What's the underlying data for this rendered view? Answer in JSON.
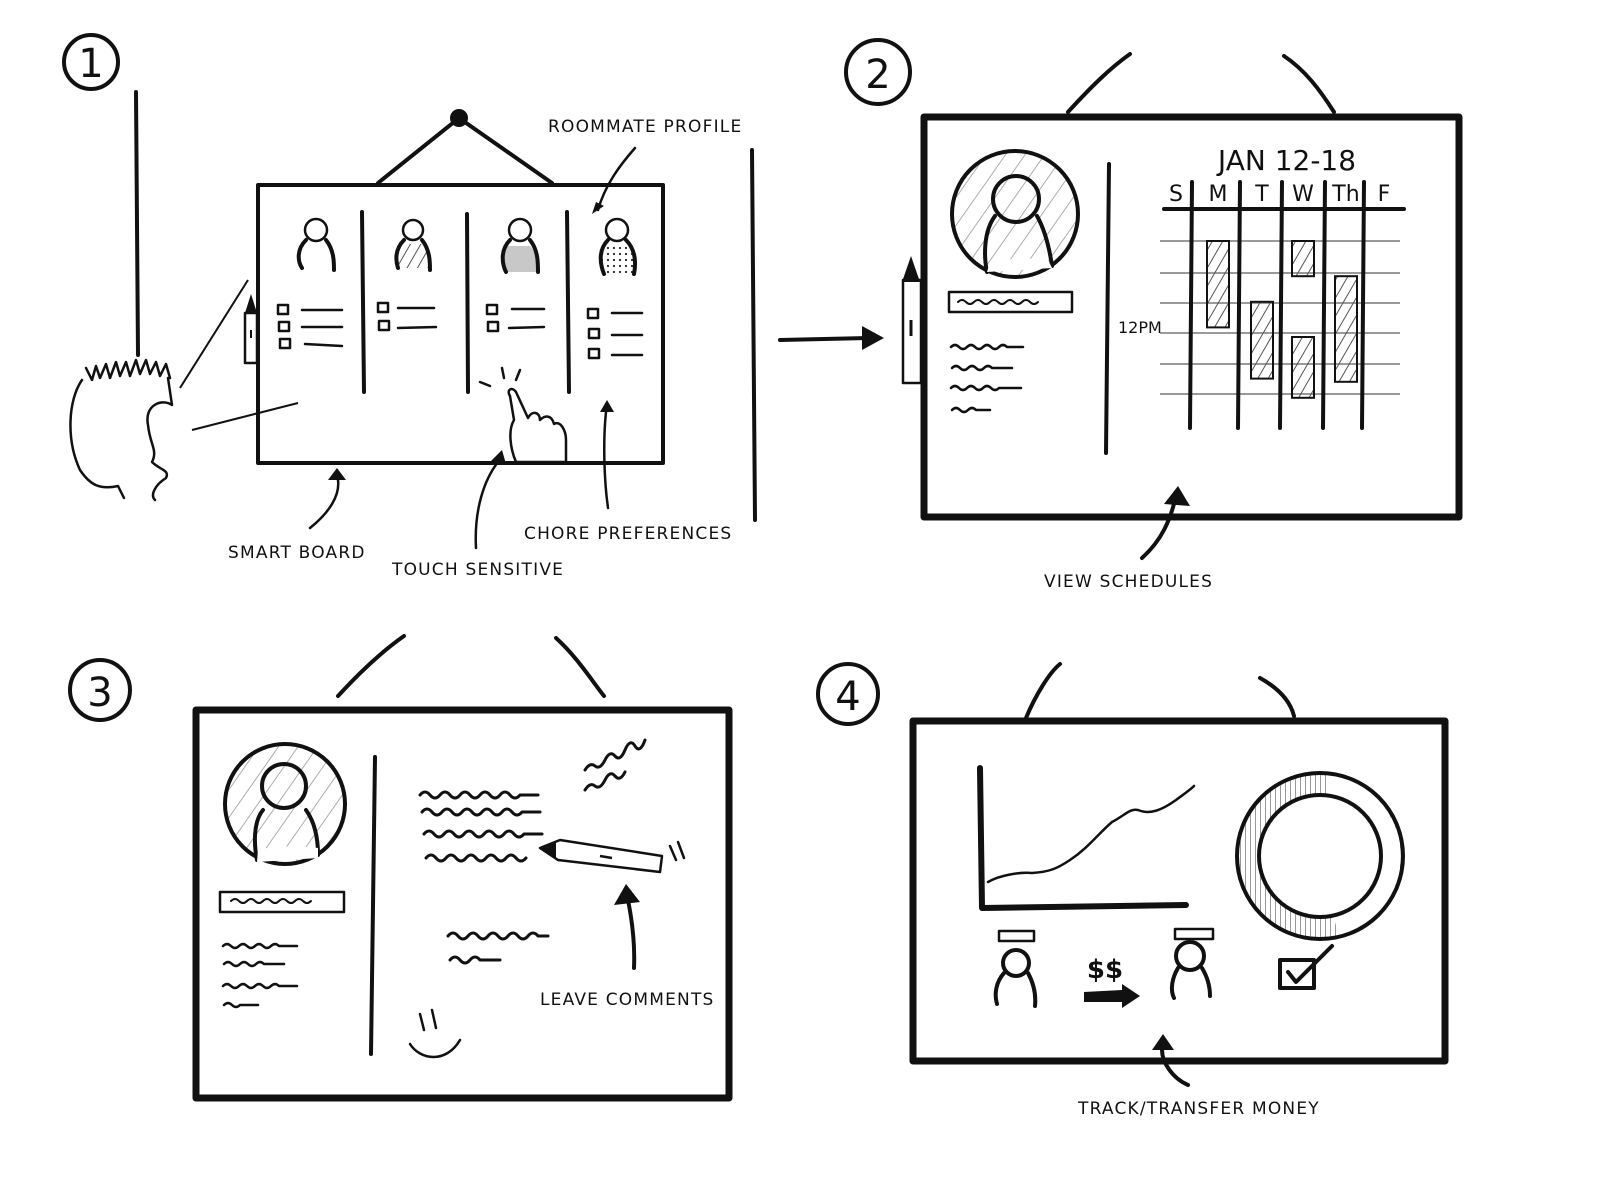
{
  "panels": [
    {
      "number": "1",
      "annotations": {
        "roommate_profile": "ROOMMATE PROFILE",
        "smart_board": "SMART BOARD",
        "touch_sensitive": "TOUCH SENSITIVE",
        "chore_preferences": "CHORE PREFERENCES"
      },
      "roommates": [
        {
          "fill": "none",
          "chores": 3
        },
        {
          "fill": "hatched",
          "chores": 2
        },
        {
          "fill": "gray",
          "chores": 2
        },
        {
          "fill": "dotted",
          "chores": 3
        }
      ]
    },
    {
      "number": "2",
      "calendar": {
        "title": "JAN 12-18",
        "days": [
          "S",
          "M",
          "T",
          "W",
          "Th",
          "F"
        ],
        "time_label": "12PM",
        "events": [
          {
            "day": "M",
            "start_row": 0,
            "end_row": 2.7
          },
          {
            "day": "T",
            "start_row": 1.9,
            "end_row": 4.3
          },
          {
            "day": "W",
            "start_row": 0,
            "end_row": 1.1
          },
          {
            "day": "W",
            "start_row": 3.0,
            "end_row": 4.9
          },
          {
            "day": "Th",
            "start_row": 1.1,
            "end_row": 4.4
          }
        ]
      },
      "annotations": {
        "view_schedules": "VIEW SCHEDULES"
      }
    },
    {
      "number": "3",
      "annotations": {
        "leave_comments": "LEAVE COMMENTS"
      }
    },
    {
      "number": "4",
      "money": {
        "currency_symbol": "$$"
      },
      "annotations": {
        "track_transfer_money": "TRACK/TRANSFER MONEY"
      }
    }
  ],
  "icons": {
    "transition_arrow": "arrow-right",
    "stylus": "pen",
    "hand": "pointing-hand",
    "checkbox": "checked-box",
    "smiley": "smiley-face"
  },
  "colors": {
    "ink": "#111111",
    "grid": "#9a9a9a",
    "fill_gray": "#c8c8c8",
    "background": "#ffffff"
  }
}
